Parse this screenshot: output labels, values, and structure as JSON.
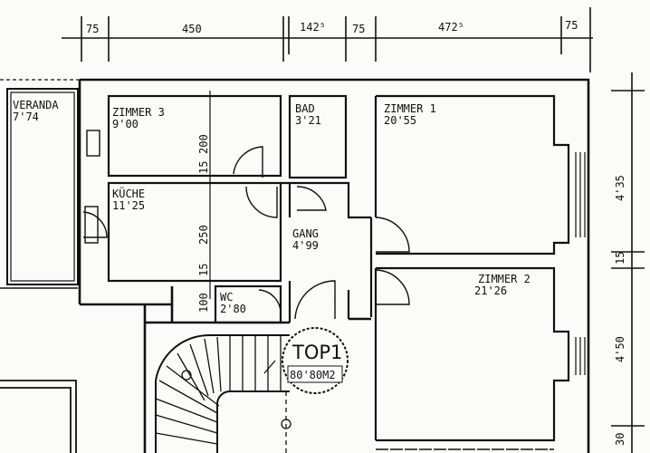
{
  "top_dimensions": [
    "75",
    "450",
    "142⁵",
    "75",
    "472⁵",
    "75"
  ],
  "right_dimensions": [
    "4'35",
    "15",
    "4'50",
    "30"
  ],
  "internal_dimensions": [
    "200",
    "15",
    "250",
    "15",
    "100"
  ],
  "rooms": {
    "veranda": {
      "name": "VERANDA",
      "area": "7'74"
    },
    "zimmer3": {
      "name": "ZIMMER 3",
      "area": "9'00"
    },
    "bad": {
      "name": "BAD",
      "area": "3'21"
    },
    "zimmer1": {
      "name": "ZIMMER 1",
      "area": "20'55"
    },
    "kueche": {
      "name": "KÜCHE",
      "area": "11'25"
    },
    "gang": {
      "name": "GANG",
      "area": "4'99"
    },
    "wc": {
      "name": "WC",
      "area": "2'80"
    },
    "zimmer2": {
      "name": "ZIMMER 2",
      "area": "21'26"
    }
  },
  "unit": {
    "name": "TOP1",
    "area": "80'80M2"
  }
}
